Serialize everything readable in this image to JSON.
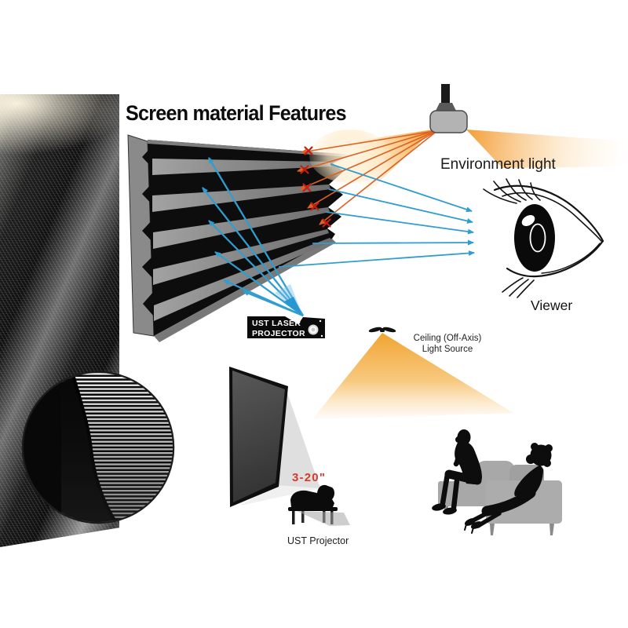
{
  "title": "Screen material Features",
  "labels": {
    "environment_light": "Environment light",
    "viewer": "Viewer",
    "laser_projector_line1": "UST LASER",
    "laser_projector_line2": "PROJECTOR",
    "ceiling_light_line1": "Ceiling (Off-Axis)",
    "ceiling_light_line2": "Light Source",
    "throw_distance": "3-20\"",
    "ust_projector": "UST Projector"
  },
  "colors": {
    "projector_beam_blue": "#2f9dd0",
    "ambient_light_orange": "#dd6023",
    "reject_x_red": "#c81e10",
    "throw_distance_red": "#d93a2b",
    "couch_gray": "#a9a9a9",
    "panel_black": "#0d0d0d",
    "panel_stripe_gray": "#9a9a9a"
  },
  "icons": {
    "texture_photo": "screen-material-texture",
    "detail_circle": "sawtooth-detail-circle",
    "lamp": "ceiling-lamp-icon",
    "eye": "viewer-eye-icon",
    "couch": "audience-couch-scene"
  }
}
